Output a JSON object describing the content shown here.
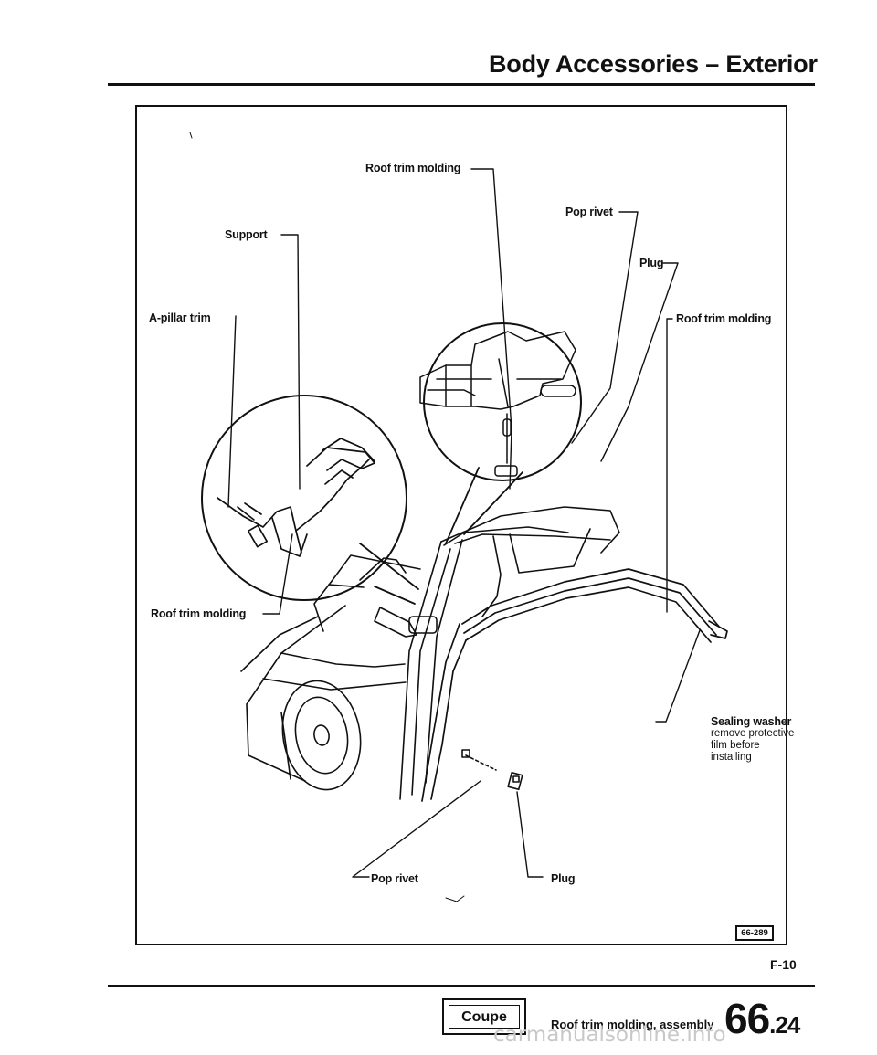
{
  "header": {
    "title": "Body Accessories – Exterior"
  },
  "figure": {
    "id_box": "66-289",
    "ref": "F-10",
    "labels": {
      "roof_trim_molding_top": "Roof trim molding",
      "pop_rivet_top": "Pop rivet",
      "support": "Support",
      "plug_top": "Plug",
      "a_pillar_trim": "A-pillar trim",
      "roof_trim_molding_right": "Roof trim molding",
      "roof_trim_molding_left": "Roof trim molding",
      "sealing_washer": "Sealing washer",
      "sealing_washer_note": [
        "remove protective",
        "film before",
        "installing"
      ],
      "pop_rivet_bottom": "Pop rivet",
      "plug_bottom": "Plug"
    }
  },
  "footer": {
    "badge": "Coupe",
    "caption": "Roof trim molding, assembly",
    "page_major": "66",
    "page_minor": ".24"
  },
  "watermark": "carmanualsonline.info"
}
